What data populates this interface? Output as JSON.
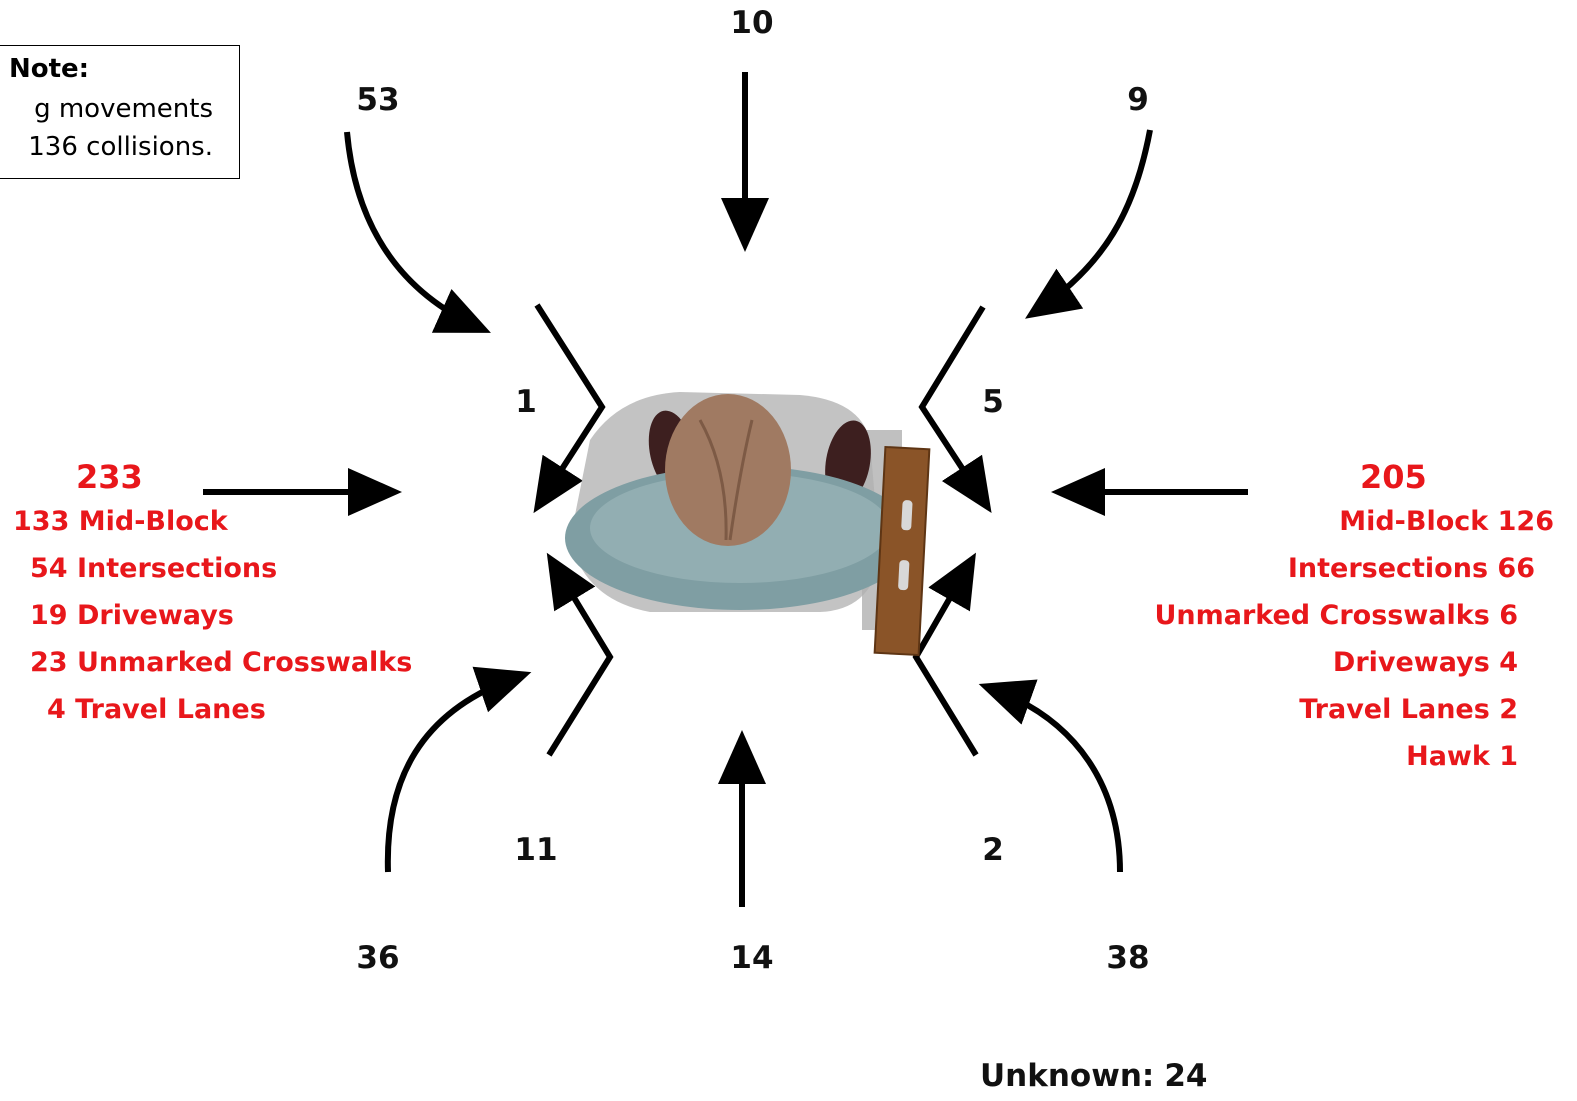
{
  "note": {
    "title": "Note:",
    "line1": "g movements",
    "line2": "136 collisions."
  },
  "approach_counts": {
    "top_left": "53",
    "top": "10",
    "top_right": "9",
    "bottom_left": "36",
    "bottom": "14",
    "bottom_right": "38"
  },
  "inner_counts": {
    "upper_left": "1",
    "upper_right": "5",
    "lower_left": "11",
    "lower_right": "2"
  },
  "left_side": {
    "total": "233",
    "items": [
      "133 Mid-Block",
      "54 Intersections",
      "19 Driveways",
      "23 Unmarked Crosswalks",
      "4 Travel Lanes"
    ]
  },
  "right_side": {
    "total": "205",
    "items": [
      "Mid-Block 126",
      "Intersections 66",
      "Unmarked Crosswalks 6",
      "Driveways 4",
      "Travel Lanes 2",
      "Hawk 1"
    ]
  },
  "unknown": {
    "label": "Unknown:",
    "value": "24"
  },
  "colors": {
    "highlight": "#e8171b",
    "arrow": "#000000"
  }
}
